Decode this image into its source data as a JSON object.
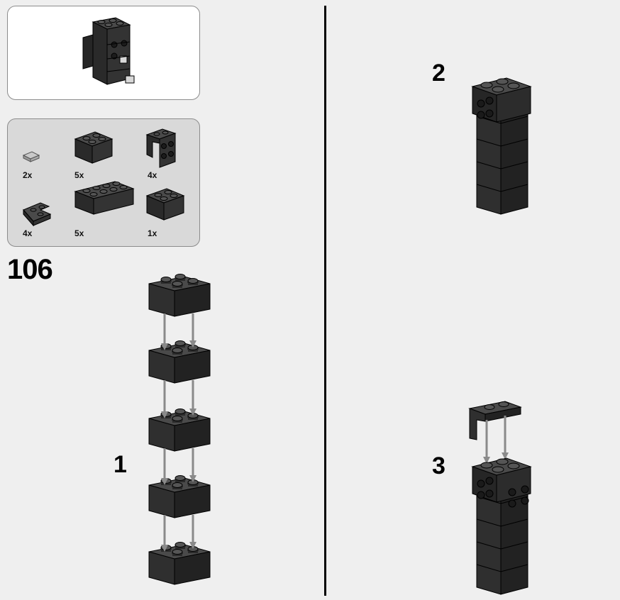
{
  "page": {
    "number": "106"
  },
  "parts_list": {
    "items": [
      {
        "qty": "2x",
        "part": "tile-1x1"
      },
      {
        "qty": "5x",
        "part": "brick-2x2"
      },
      {
        "qty": "4x",
        "part": "bracket-1x2"
      },
      {
        "qty": "4x",
        "part": "plate-2x2-corner"
      },
      {
        "qty": "5x",
        "part": "brick-2x4"
      },
      {
        "qty": "1x",
        "part": "brick-2x2"
      }
    ]
  },
  "steps": [
    {
      "number": "1"
    },
    {
      "number": "2"
    },
    {
      "number": "3"
    }
  ],
  "colors": {
    "brick_top": "#4a4a4a",
    "brick_front": "#2f2f2f",
    "brick_side": "#222222",
    "arrow": "#8a8a8a",
    "tile": "#bdbdbd"
  }
}
